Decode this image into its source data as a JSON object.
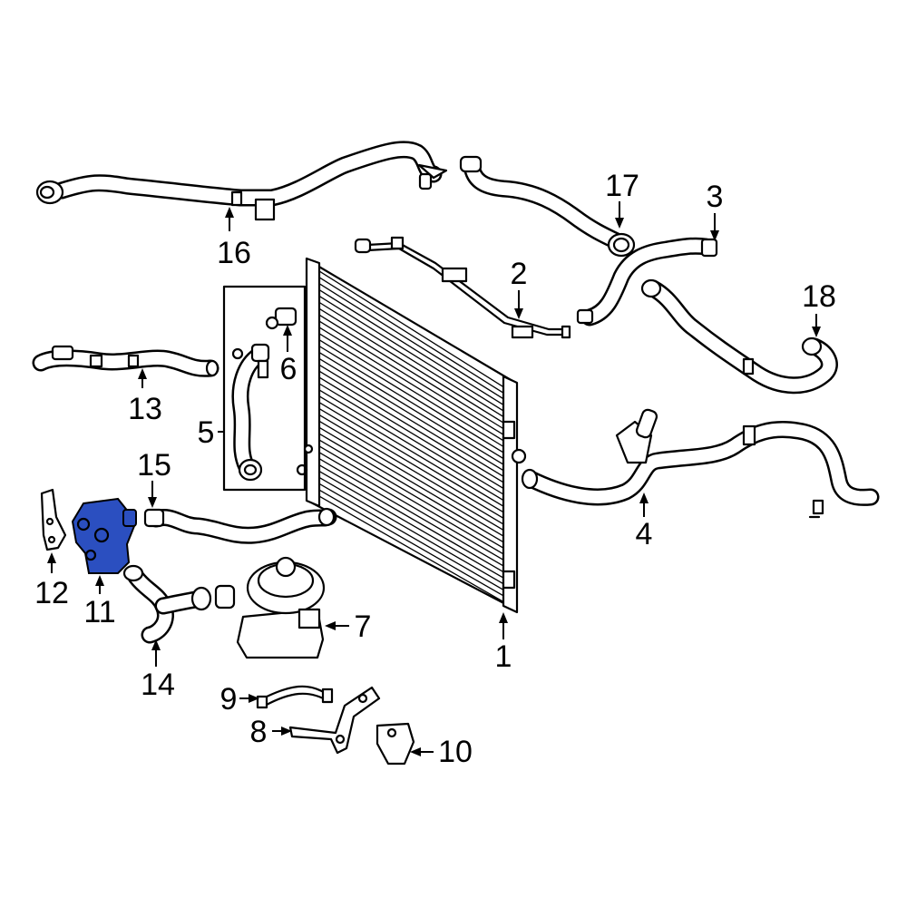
{
  "highlight_color": "#2b4fc0",
  "callouts": {
    "c1": "1",
    "c2": "2",
    "c3": "3",
    "c4": "4",
    "c5": "5",
    "c6": "6",
    "c7": "7",
    "c8": "8",
    "c9": "9",
    "c10": "10",
    "c11": "11",
    "c12": "12",
    "c13": "13",
    "c14": "14",
    "c15": "15",
    "c16": "16",
    "c17": "17",
    "c18": "18"
  },
  "highlighted_part": "11"
}
